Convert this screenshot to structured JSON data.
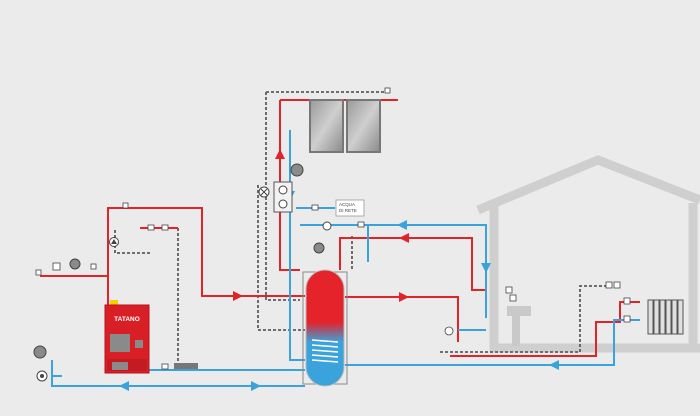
{
  "diagram": {
    "boiler_label": "TATANO",
    "cold_water_label_line1": "ACQUA",
    "cold_water_label_line2": "DI RETE"
  },
  "colors": {
    "background": "#ebebeb",
    "hot_pipe": "#e0242c",
    "cold_pipe": "#3aa3dc",
    "return_pipe": "#5d5d5d",
    "boiler_body": "#d91f26",
    "house_outline": "#cfcfcf",
    "panel_frame": "#777777"
  },
  "icons": {
    "boiler": "boiler-icon",
    "solar_panel": "solar-panel-icon",
    "storage_tank": "storage-tank-icon",
    "radiator": "radiator-icon",
    "pump": "pump-icon",
    "expansion_vessel": "expansion-vessel-icon",
    "valve": "valve-icon",
    "house": "house-icon"
  }
}
